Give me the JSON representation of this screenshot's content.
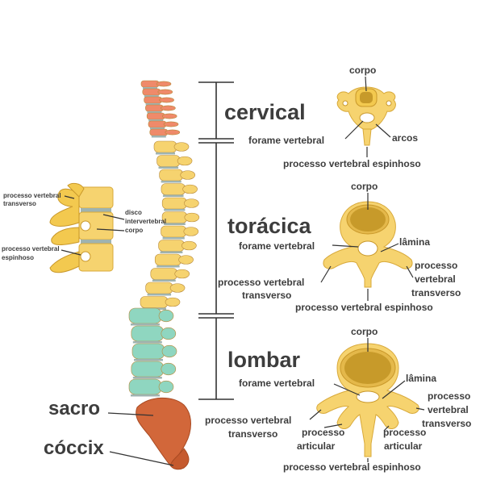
{
  "sections": {
    "cervical": "cervical",
    "toracica": "torácica",
    "lombar": "lombar"
  },
  "regions": {
    "sacro": "sacro",
    "coccix": "cóccix"
  },
  "side_view": {
    "processo_vertebral_transverso_1": "processo vertebral",
    "processo_vertebral_transverso_2": "transverso",
    "disco_1": "disco",
    "disco_2": "intervertebral",
    "corpo": "corpo",
    "processo_vertebral_espinhoso_1": "processo vertebral",
    "processo_vertebral_espinhoso_2": "espinhoso"
  },
  "cervical_vertebra": {
    "corpo": "corpo",
    "forame_vertebral": "forame vertebral",
    "arcos": "arcos",
    "processo_vertebral_espinhoso": "processo vertebral espinhoso"
  },
  "thoracic_vertebra": {
    "corpo": "corpo",
    "forame_vertebral": "forame vertebral",
    "lamina": "lâmina",
    "processo_vertebral_transverso_1": "processo vertebral",
    "processo_vertebral_transverso_2": "transverso",
    "processo_vertebral_transverso_right_1": "processo",
    "processo_vertebral_transverso_right_2": "vertebral",
    "processo_vertebral_transverso_right_3": "transverso",
    "processo_vertebral_espinhoso": "processo vertebral espinhoso"
  },
  "lumbar_vertebra": {
    "corpo": "corpo",
    "forame_vertebral": "forame vertebral",
    "lamina": "lâmina",
    "processo_vertebral_transverso_left_1": "processo vertebral",
    "processo_vertebral_transverso_left_2": "transverso",
    "processo_articular_left_1": "processo",
    "processo_articular_left_2": "articular",
    "processo_articular_right_1": "processo",
    "processo_articular_right_2": "articular",
    "processo_vertebral_transverso_right_1": "processo",
    "processo_vertebral_transverso_right_2": "vertebral",
    "processo_vertebral_transverso_right_3": "transverso",
    "processo_vertebral_espinhoso": "processo vertebral espinhoso"
  },
  "colors": {
    "cervical": "#ef8a6a",
    "thoracic": "#f6d36f",
    "lumbar": "#8fd6c0",
    "sacrum": "#d2673a",
    "disc": "#9fb3b0",
    "bone": "#f6d36f",
    "spongy": "#c79a2a"
  }
}
